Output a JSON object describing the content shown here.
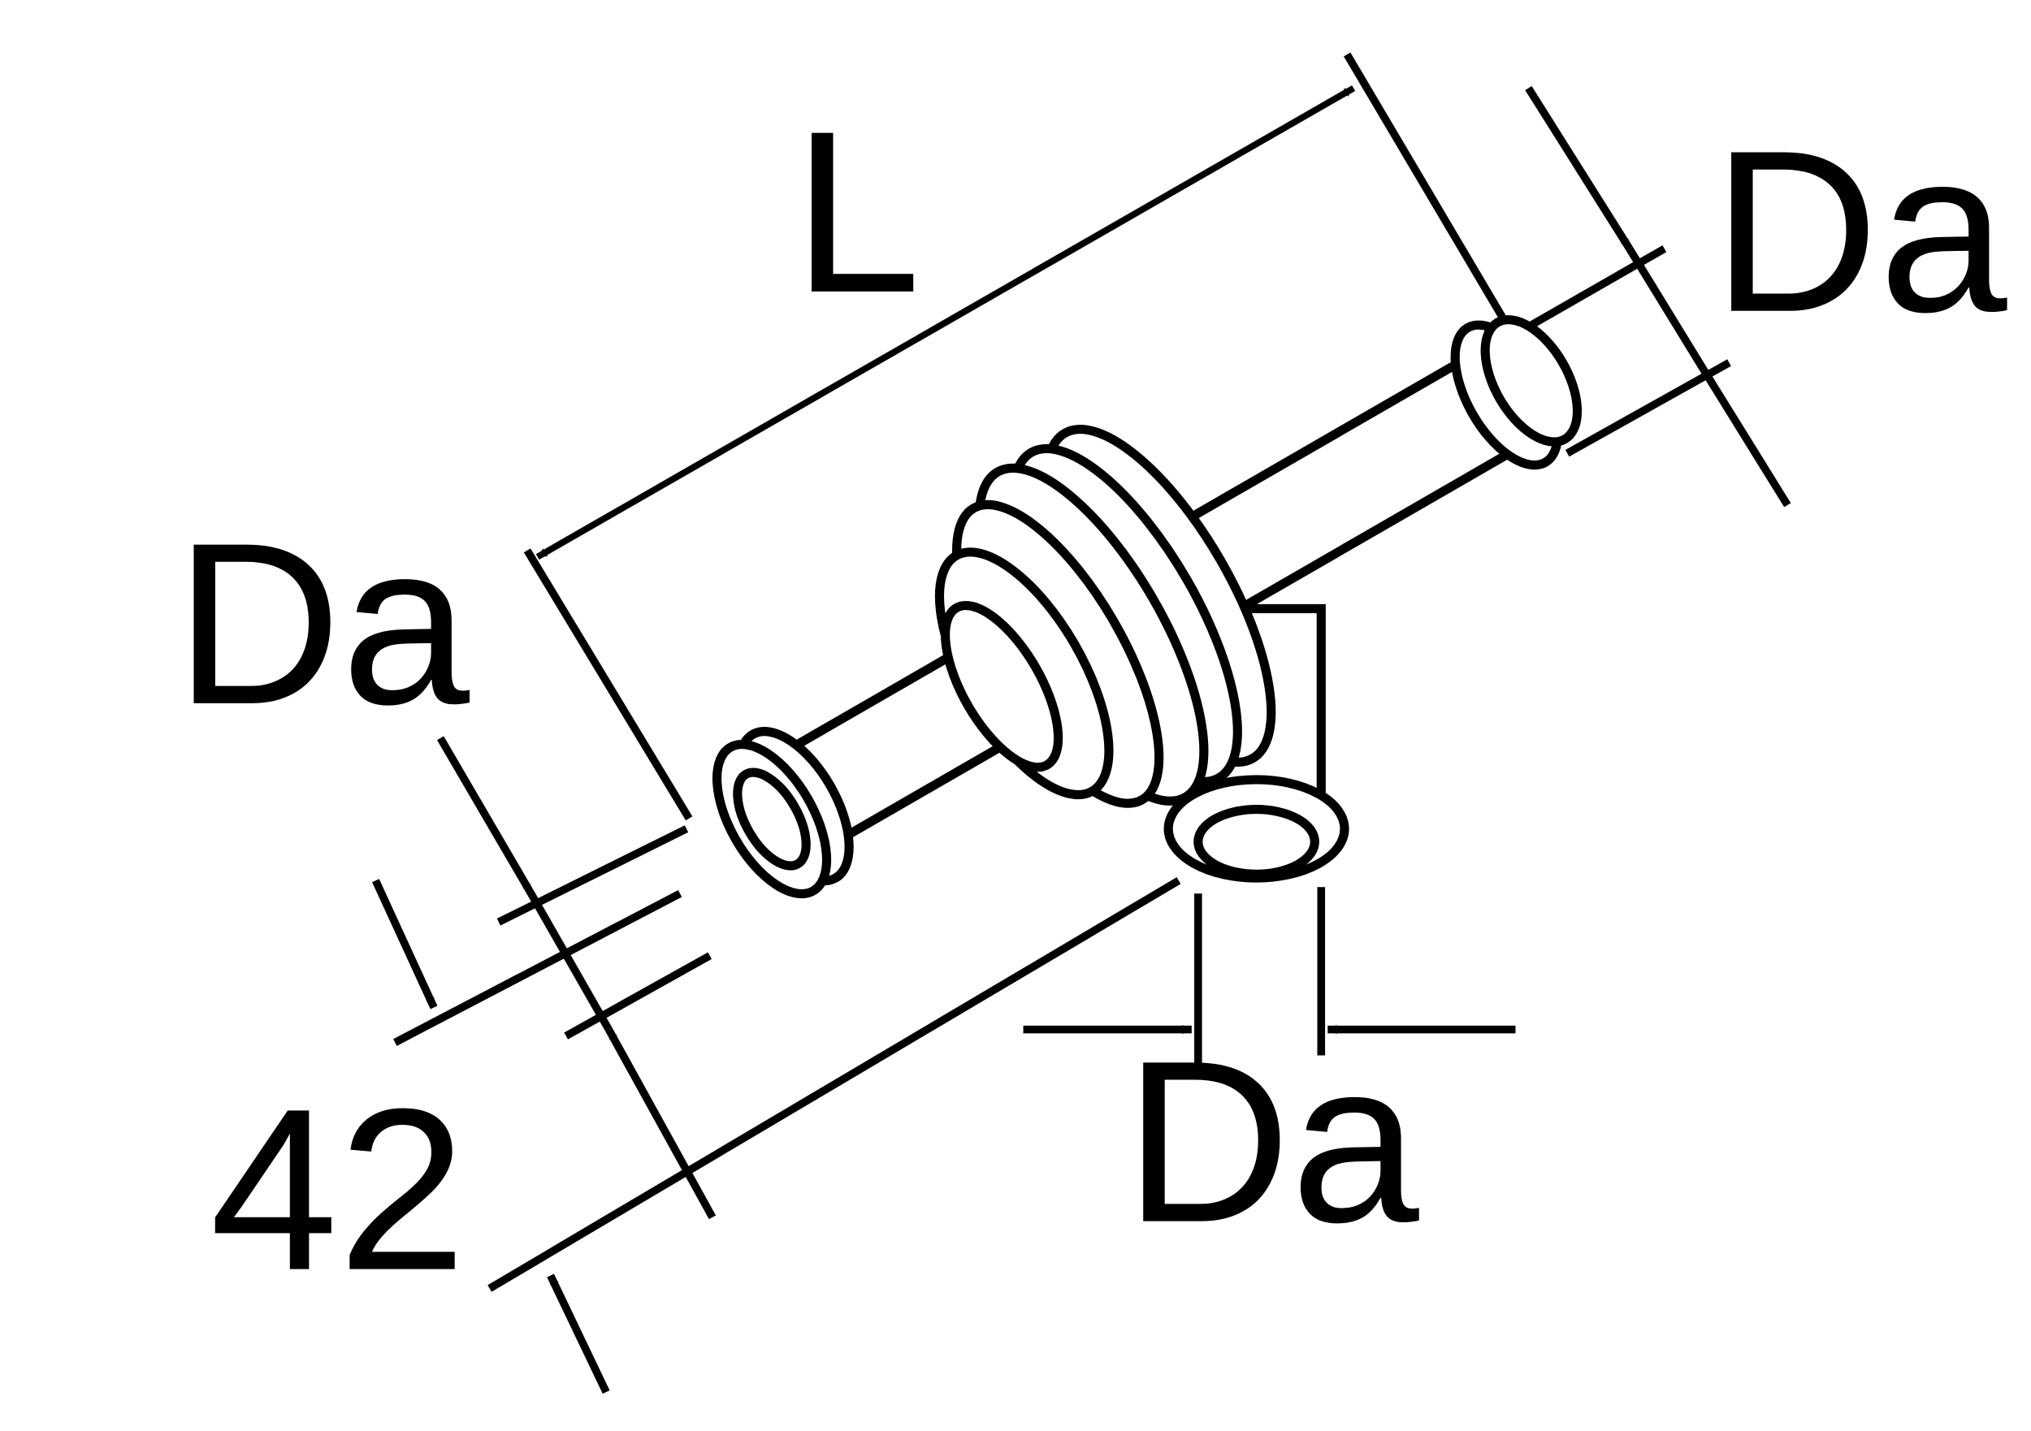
{
  "drawing": {
    "length_label": "L",
    "diameter_label_right": "Da",
    "diameter_label_left": "Da",
    "diameter_label_bottom": "Da",
    "offset_label": "42"
  },
  "colors": {
    "line": "#000000",
    "background": "#ffffff"
  }
}
